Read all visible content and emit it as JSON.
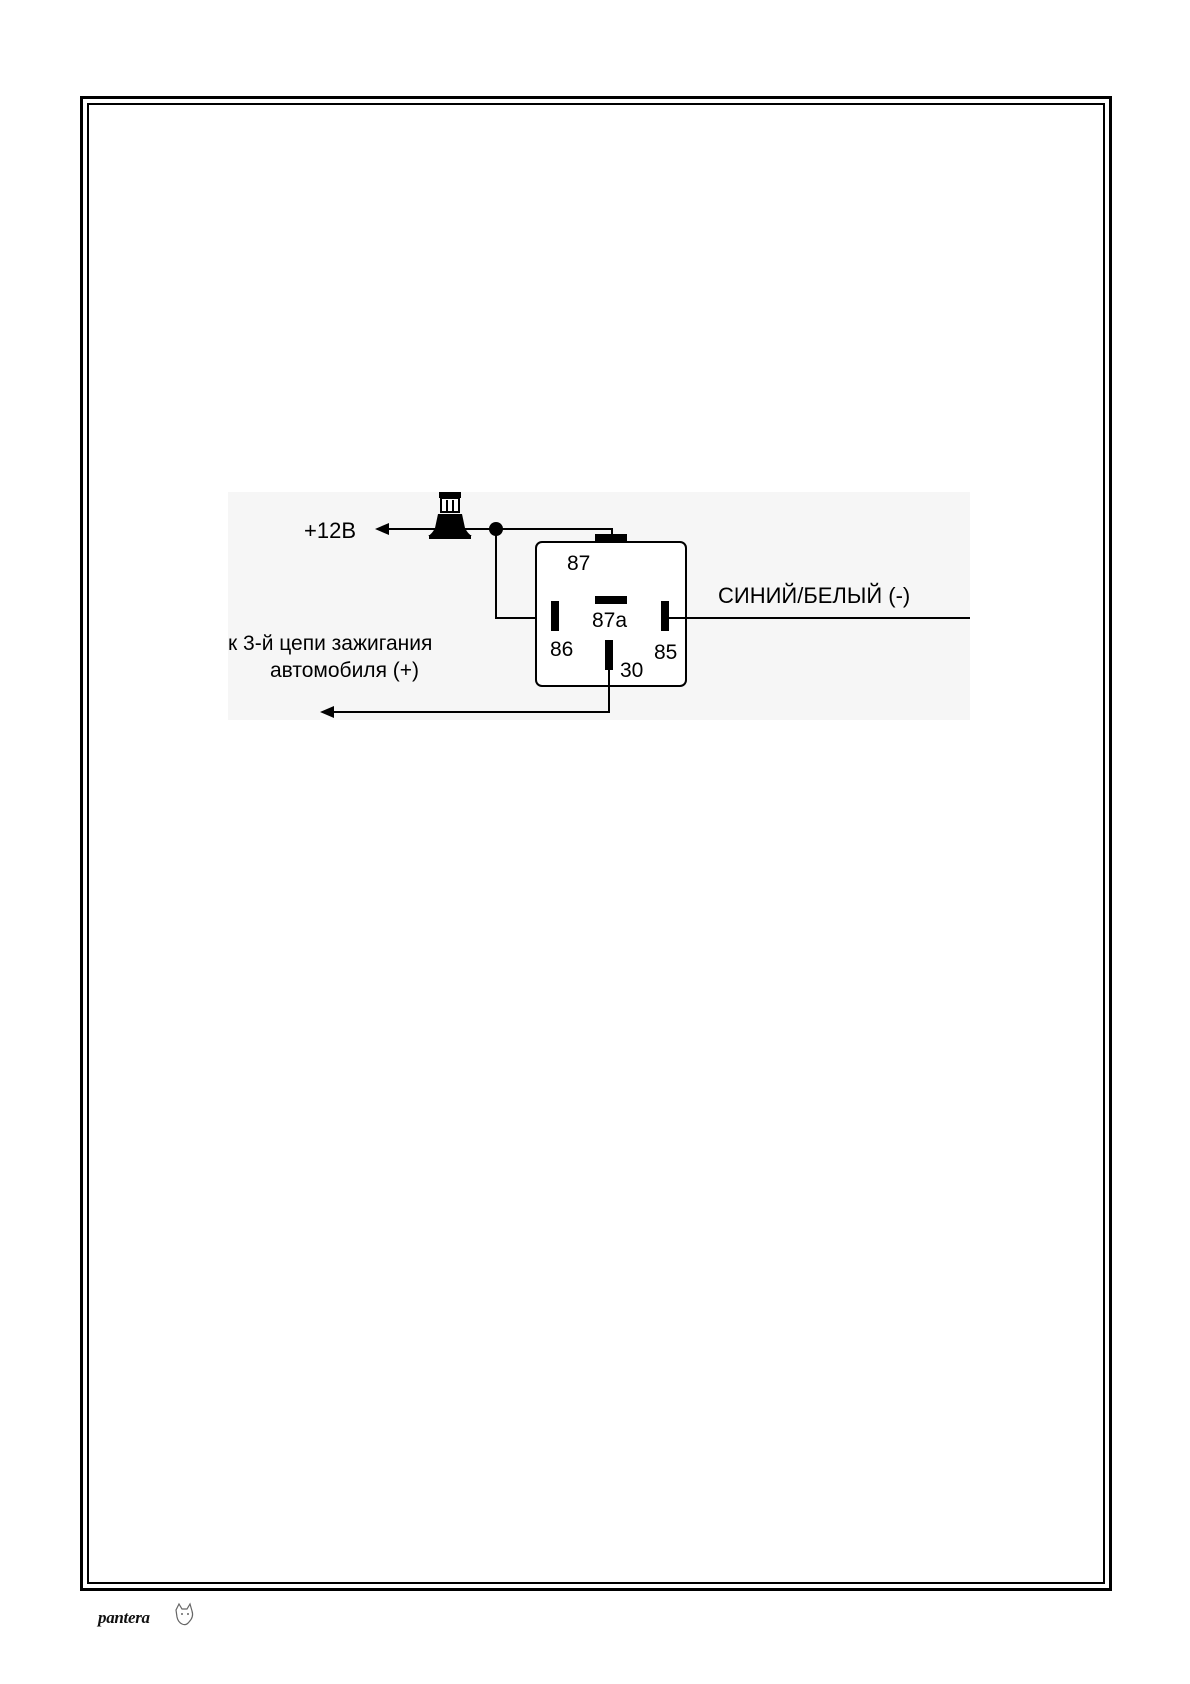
{
  "diagram": {
    "label_12v": "+12В",
    "label_ignition_line1": "к 3-й цепи зажигания",
    "label_ignition_line2": "автомобиля (+)",
    "label_wire": "СИНИЙ/БЕЛЫЙ (-)",
    "pins": {
      "p87": "87",
      "p87a": "87a",
      "p86": "86",
      "p85": "85",
      "p30": "30"
    }
  },
  "footer": {
    "logo_text": "pantera",
    "logo_icon": "cat-head-icon"
  }
}
